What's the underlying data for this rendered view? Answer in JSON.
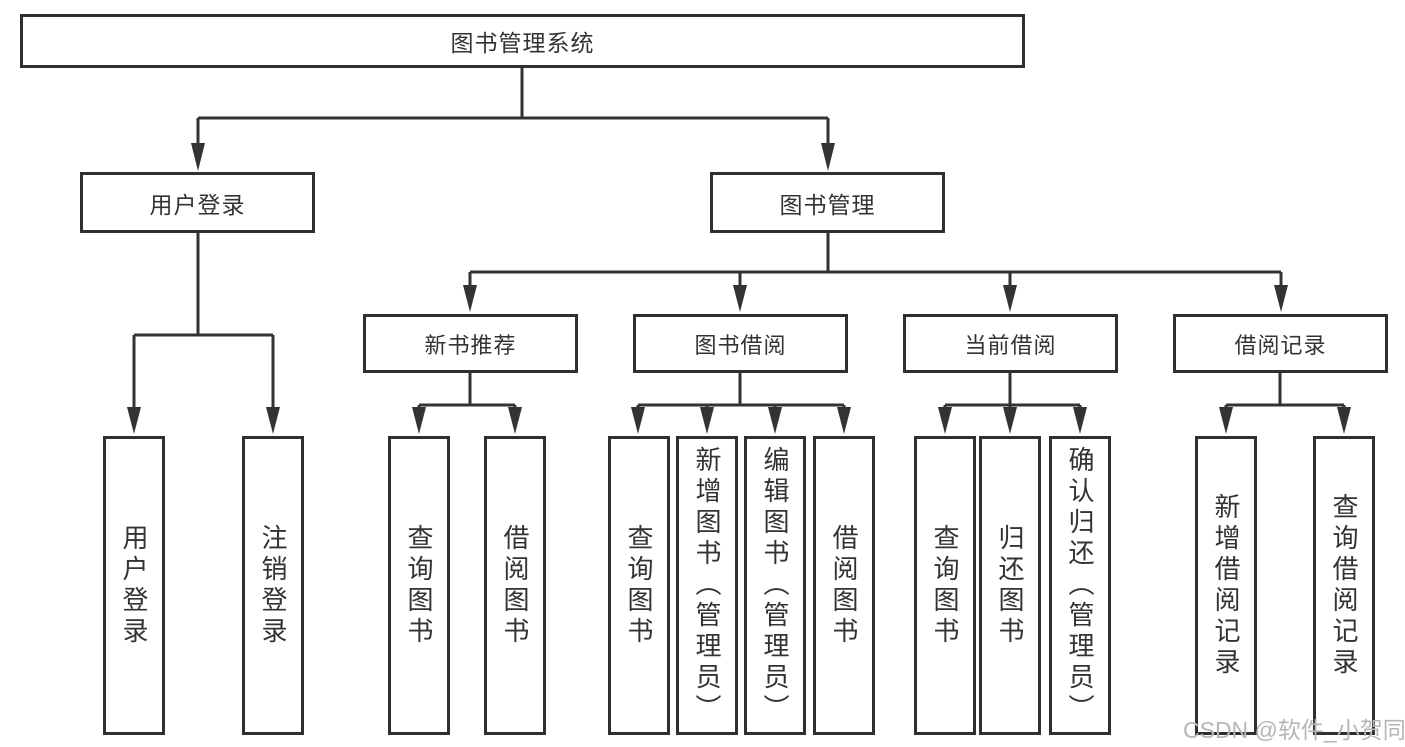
{
  "tree": {
    "label": "图书管理系统",
    "children": [
      {
        "label": "用户登录",
        "children": [
          {
            "label": "用户登录"
          },
          {
            "label": "注销登录"
          }
        ]
      },
      {
        "label": "图书管理",
        "children": [
          {
            "label": "新书推荐",
            "children": [
              {
                "label": "查询图书"
              },
              {
                "label": "借阅图书"
              }
            ]
          },
          {
            "label": "图书借阅",
            "children": [
              {
                "label": "查询图书"
              },
              {
                "label": "新增图书（管理员）"
              },
              {
                "label": "编辑图书（管理员）"
              },
              {
                "label": "借阅图书"
              }
            ]
          },
          {
            "label": "当前借阅",
            "children": [
              {
                "label": "查询图书"
              },
              {
                "label": "归还图书"
              },
              {
                "label": "确认归还（管理员）"
              }
            ]
          },
          {
            "label": "借阅记录",
            "children": [
              {
                "label": "新增借阅记录"
              },
              {
                "label": "查询借阅记录"
              }
            ]
          }
        ]
      }
    ]
  },
  "watermark": {
    "text": "CSDN @软件_小贺同学"
  },
  "colors": {
    "line": "#333333",
    "box_border": "#2f2f2f",
    "box_fill": "#ffffff",
    "text": "#333333",
    "watermark": "#b6b6b6"
  }
}
